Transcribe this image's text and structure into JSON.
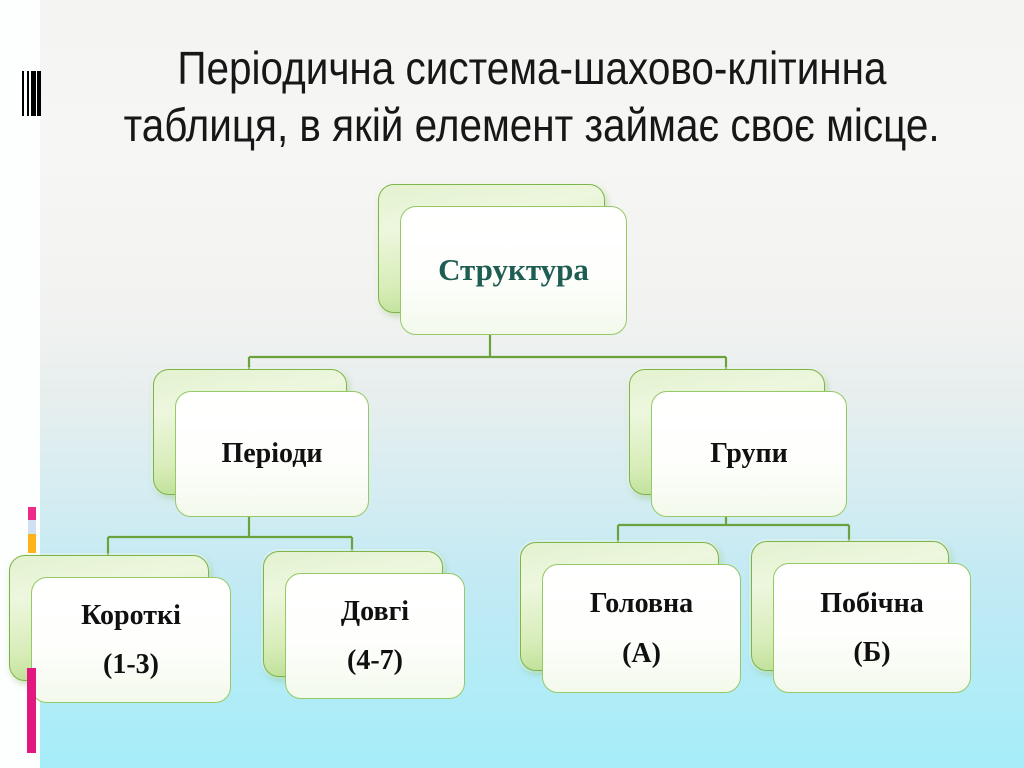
{
  "title": {
    "line1": "Періодична система-шахово-клітинна",
    "line2": "таблиця, в якій елемент займає своє місце."
  },
  "diagram": {
    "type": "hierarchy",
    "root": {
      "id": "struktura",
      "label": "Структура"
    },
    "children": [
      {
        "id": "periody",
        "label": "Періоди",
        "children": [
          {
            "id": "korotki",
            "label": "Короткі",
            "sublabel": "(1-3)"
          },
          {
            "id": "dovhi",
            "label": "Довгі",
            "sublabel": "(4-7)"
          }
        ]
      },
      {
        "id": "grupy",
        "label": "Групи",
        "children": [
          {
            "id": "holovna",
            "label": "Головна",
            "sublabel": "(А)"
          },
          {
            "id": "pobichna",
            "label": "Побічна",
            "sublabel": "(Б)"
          }
        ]
      }
    ]
  },
  "colors": {
    "title-text": "#171717",
    "root-text": "#1e5e52",
    "node-text": "#101010",
    "connector": "#6aa33e",
    "box-border": "#94c965",
    "back-border": "#7db54a",
    "stripe-pink": "#ee2a8b",
    "stripe-blue": "#cfe0f2",
    "stripe-orange": "#ffb31a",
    "bar-magenta": "#e2177f",
    "bg-top": "#f4f4f2",
    "bg-bottom": "#a5edf9"
  }
}
